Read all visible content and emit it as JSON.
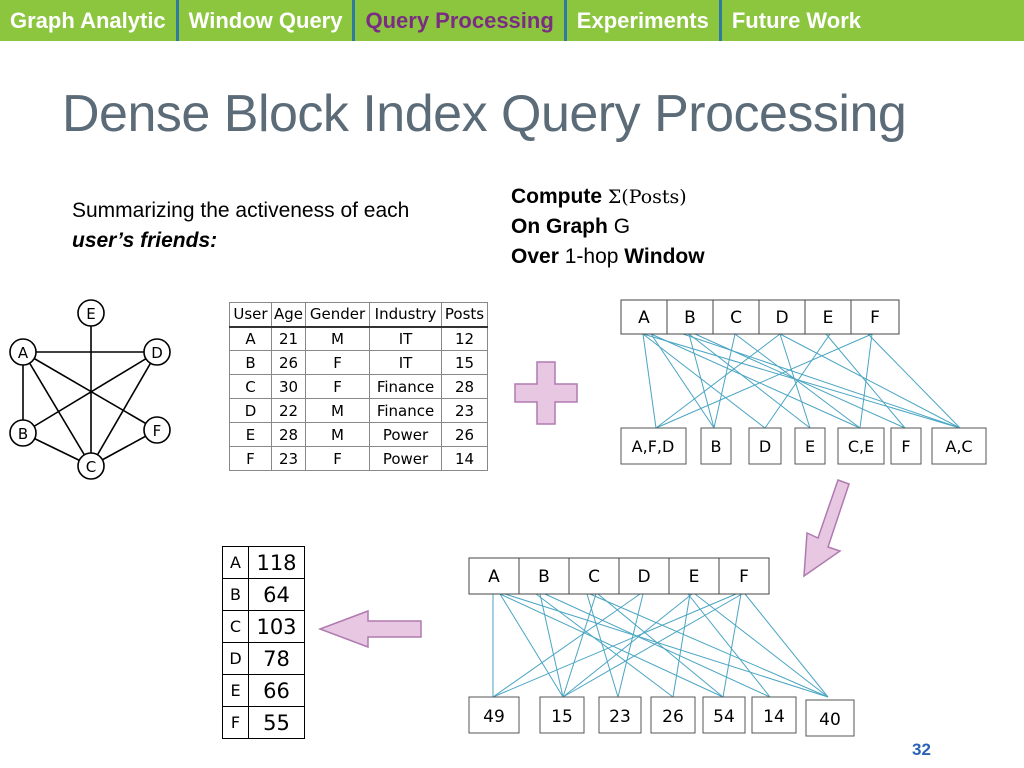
{
  "nav": {
    "tabs": [
      {
        "label": "Graph Analytic",
        "active": false
      },
      {
        "label": "Window Query",
        "active": false
      },
      {
        "label": "Query Processing",
        "active": true
      },
      {
        "label": "Experiments",
        "active": false
      },
      {
        "label": "Future Work",
        "active": false
      }
    ]
  },
  "title": "Dense Block Index Query Processing",
  "description": {
    "line1": "Summarizing the activeness of each",
    "line2": "user’s friends:"
  },
  "query": {
    "compute_kw": "Compute",
    "compute_expr": "Σ(Posts)",
    "on_graph_kw": "On Graph",
    "graph_name": "G",
    "over_kw": "Over",
    "hop_text": "1-hop",
    "window_kw": "Window"
  },
  "graph": {
    "nodes": [
      "E",
      "A",
      "D",
      "B",
      "F",
      "C"
    ]
  },
  "table": {
    "headers": [
      "User",
      "Age",
      "Gender",
      "Industry",
      "Posts"
    ],
    "rows": [
      [
        "A",
        "21",
        "M",
        "IT",
        "12"
      ],
      [
        "B",
        "26",
        "F",
        "IT",
        "15"
      ],
      [
        "C",
        "30",
        "F",
        "Finance",
        "28"
      ],
      [
        "D",
        "22",
        "M",
        "Finance",
        "23"
      ],
      [
        "E",
        "28",
        "M",
        "Power",
        "26"
      ],
      [
        "F",
        "23",
        "F",
        "Power",
        "14"
      ]
    ]
  },
  "index_top": {
    "vertices": [
      "A",
      "B",
      "C",
      "D",
      "E",
      "F"
    ],
    "blocks": [
      "A,F,D",
      "B",
      "D",
      "E",
      "C,E",
      "F",
      "A,C"
    ]
  },
  "index_bottom": {
    "vertices": [
      "A",
      "B",
      "C",
      "D",
      "E",
      "F"
    ],
    "blocks": [
      "49",
      "15",
      "23",
      "26",
      "54",
      "14",
      "40"
    ]
  },
  "result": {
    "rows": [
      {
        "key": "A",
        "value": "118"
      },
      {
        "key": "B",
        "value": "64"
      },
      {
        "key": "C",
        "value": "103"
      },
      {
        "key": "D",
        "value": "78"
      },
      {
        "key": "E",
        "value": "66"
      },
      {
        "key": "F",
        "value": "55"
      }
    ]
  },
  "colors": {
    "nav_bg": "#8cc63f",
    "nav_active": "#7a2d82",
    "title": "#5b6b78",
    "edge": "#4aa5c3",
    "arrow_fill": "#e8c7e3",
    "arrow_stroke": "#b07ab0",
    "page_number": "#2a63b5"
  },
  "page_number": "32"
}
